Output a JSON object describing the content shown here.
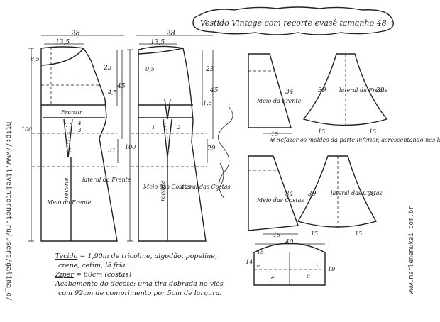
{
  "title": "Vestido Vintage com recorte evasê tamanho 48",
  "watermark_left": "http://www.liveinternet.ru/users/galina_o/",
  "watermark_right": "www.marlenemukai.com.br",
  "note_refazer": "✻ Refazer os moldes da parte inferior, acrescentando nas laterais.",
  "front_piece": {
    "width_top": "28",
    "width_sub": "13,5",
    "neck": "8,5",
    "armhole": "23",
    "side": "45",
    "bust": "4,5",
    "label_band": "Franzir",
    "dart_depth": "4",
    "length": "100",
    "skirt_side": "31",
    "dart_num": "3",
    "label_center": "Meio da Frente",
    "label_cut": "recorte",
    "label_side": "lateral da Frente"
  },
  "back_piece": {
    "width_top": "28",
    "width_sub": "13,5",
    "neck": "0,5",
    "armhole": "23",
    "side": "45",
    "bust": "1,5",
    "dart_left": "1",
    "dart_right": "2",
    "length": "100",
    "skirt_side": "29",
    "label_center": "Meio das Costas",
    "label_cut": "recorte",
    "label_side": "lateral das Costas"
  },
  "skirt_pieces": {
    "front_center": {
      "label": "Meio da Frente",
      "side": "34",
      "hem": "15"
    },
    "front_side": {
      "label": "lateral da Frente",
      "left": "39",
      "right": "39",
      "hem_left": "15",
      "hem_right": "15"
    },
    "back_center": {
      "label": "Meio das Costas",
      "side": "34",
      "hem": "15"
    },
    "back_side": {
      "label": "lateral das Costas",
      "left": "39",
      "right": "39",
      "hem_left": "15",
      "hem_right": "15"
    }
  },
  "collar": {
    "width": "40",
    "left_side": "15",
    "right_side": "19",
    "top_left": "14",
    "letter_e": "e",
    "letter_c": "c",
    "letter_e2": "e",
    "letter_c2": "c"
  },
  "notes": {
    "tecido_label": "Tecido",
    "tecido_text": "= 1,90m de tricoline, algodão, popeline,",
    "tecido_line2": "crepe, cetim, lã fria ...",
    "ziper_label": "Ziper",
    "ziper_text": "= 60cm (costas)",
    "acab_label": "Acabamento do decote",
    "acab_text": ": uma tira dobrada no viés",
    "acab_line2": "com 92cm de comprimento por 5cm de largura."
  }
}
